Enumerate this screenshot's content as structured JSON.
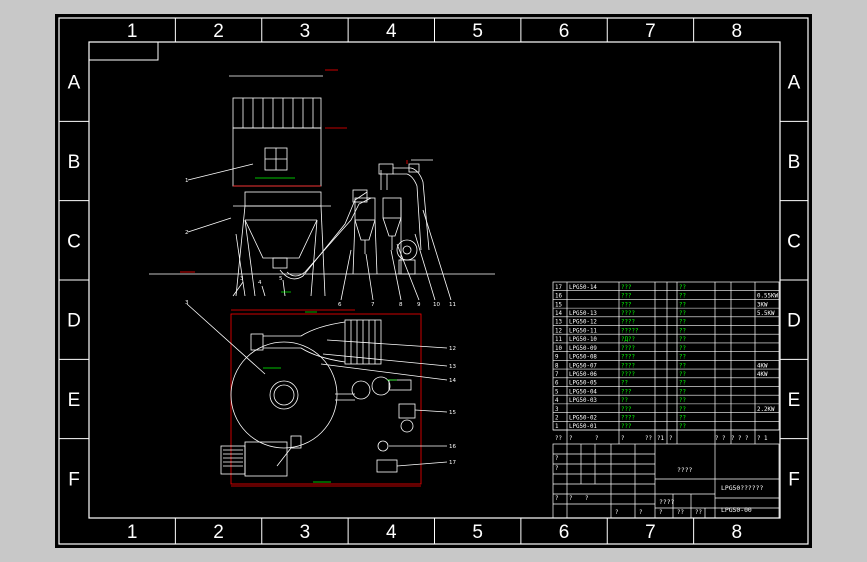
{
  "frame": {
    "columns": [
      "1",
      "2",
      "3",
      "4",
      "5",
      "6",
      "7",
      "8"
    ],
    "rows": [
      "A",
      "B",
      "C",
      "D",
      "E",
      "F"
    ]
  },
  "colors": {
    "background": "#000000",
    "lines": "#ffffff",
    "dimensions": "#00ff00",
    "outline": "#ff0000",
    "table_values": "#00ff00"
  },
  "drawing": {
    "callouts_elevation": [
      "1",
      "2",
      "3",
      "4",
      "5",
      "6",
      "7",
      "8",
      "9",
      "10",
      "11"
    ],
    "callouts_plan": [
      "12",
      "13",
      "14",
      "15",
      "16",
      "17"
    ]
  },
  "parts_table": {
    "rows": [
      {
        "no": "17",
        "code": "LPG50-14",
        "name": "???",
        "qty": "??",
        "rating": ""
      },
      {
        "no": "16",
        "code": "",
        "name": "???",
        "qty": "??",
        "rating": "0.55KW"
      },
      {
        "no": "15",
        "code": "",
        "name": "???",
        "qty": "??",
        "rating": "3KW"
      },
      {
        "no": "14",
        "code": "LPG50-13",
        "name": "????",
        "qty": "??",
        "rating": "5.5KW"
      },
      {
        "no": "13",
        "code": "LPG50-12",
        "name": "????",
        "qty": "??",
        "rating": ""
      },
      {
        "no": "12",
        "code": "LPG50-11",
        "name": "?????",
        "qty": "??",
        "rating": ""
      },
      {
        "no": "11",
        "code": "LPG50-10",
        "name": "?Д??",
        "qty": "??",
        "rating": ""
      },
      {
        "no": "10",
        "code": "LPG50-09",
        "name": "????",
        "qty": "??",
        "rating": ""
      },
      {
        "no": "9",
        "code": "LPG50-08",
        "name": "????",
        "qty": "??",
        "rating": ""
      },
      {
        "no": "8",
        "code": "LPG50-07",
        "name": "????",
        "qty": "??",
        "rating": "4KW"
      },
      {
        "no": "7",
        "code": "LPG50-06",
        "name": "????",
        "qty": "??",
        "rating": "4KW"
      },
      {
        "no": "6",
        "code": "LPG50-05",
        "name": "??",
        "qty": "??",
        "rating": ""
      },
      {
        "no": "5",
        "code": "LPG50-04",
        "name": "???",
        "qty": "??",
        "rating": ""
      },
      {
        "no": "4",
        "code": "LPG50-03",
        "name": "??",
        "qty": "??",
        "rating": ""
      },
      {
        "no": "3",
        "code": "",
        "name": "???",
        "qty": "??",
        "rating": "2.2KW"
      },
      {
        "no": "2",
        "code": "LPG50-02",
        "name": "????",
        "qty": "??",
        "rating": ""
      },
      {
        "no": "1",
        "code": "LPG50-01",
        "name": "???",
        "qty": "??",
        "rating": ""
      }
    ],
    "header": [
      "??",
      "?",
      "?",
      "?",
      "??",
      "?1",
      "?",
      "? ?",
      "? ?",
      "?",
      "? 1"
    ]
  },
  "title_block": {
    "material_label": "????",
    "drawing_title": "LPG50??????",
    "drawing_number": "LPG50-00",
    "scale_label": "????",
    "small_marks": [
      "?",
      "?",
      "?",
      "?",
      "?",
      "?",
      "?",
      "?",
      "??",
      "??"
    ]
  }
}
